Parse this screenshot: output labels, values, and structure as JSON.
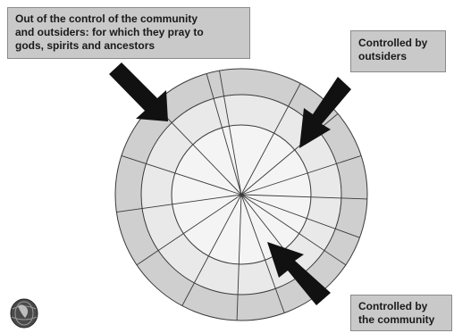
{
  "labels": {
    "outside_control": "Out of the control of the community\nand outsiders: for which they pray to\ngods, spirits and ancestors",
    "outsiders": "Controlled by\noutsiders",
    "community": "Controlled by\nthe community"
  },
  "diagram": {
    "rings": [
      "outer",
      "middle",
      "inner"
    ],
    "colors": {
      "outer_ring": "#cfcfcf",
      "middle_ring": "#e9e9e9",
      "inner_ring": "#f4f4f4",
      "lines": "#3a3a3a",
      "arrow": "#111111",
      "box": "#c9c9c9"
    },
    "icons": [
      "globe-logo-icon"
    ]
  }
}
